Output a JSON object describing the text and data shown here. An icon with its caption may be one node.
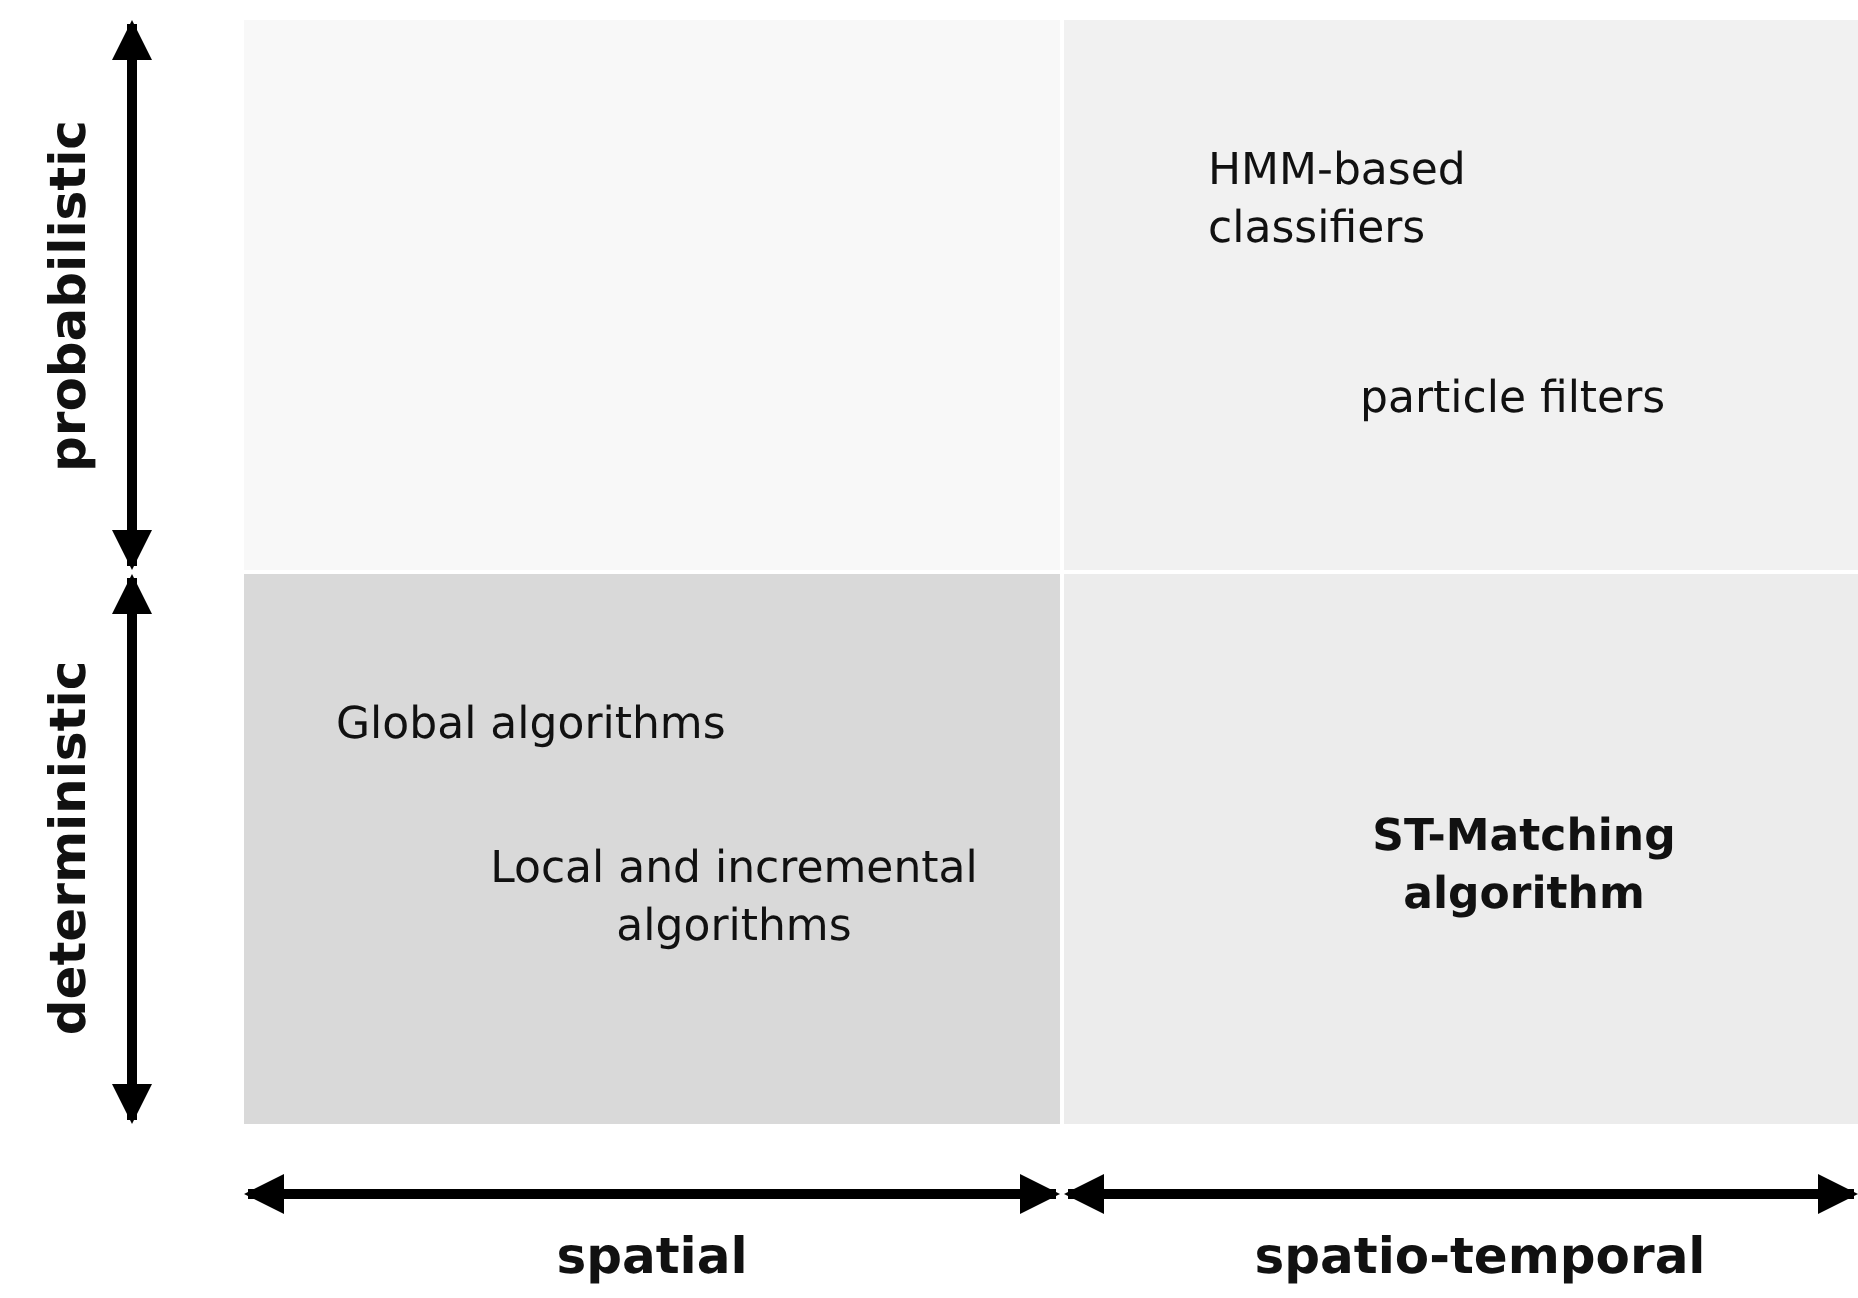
{
  "diagram": {
    "nodes": [
      {
        "text": [],
        "shape": "box"
      },
      {
        "text": [
          "HMM-based classifiers",
          "particle filters"
        ]
      },
      {
        "text": [
          "Global algorithms",
          "Local and incremental algorithms"
        ]
      },
      {
        "text": [
          "ST-Matching algorithm"
        ]
      }
    ],
    "labels": [
      "probabilistic",
      "deterministic",
      "spatial",
      "spatio-temporal"
    ]
  }
}
